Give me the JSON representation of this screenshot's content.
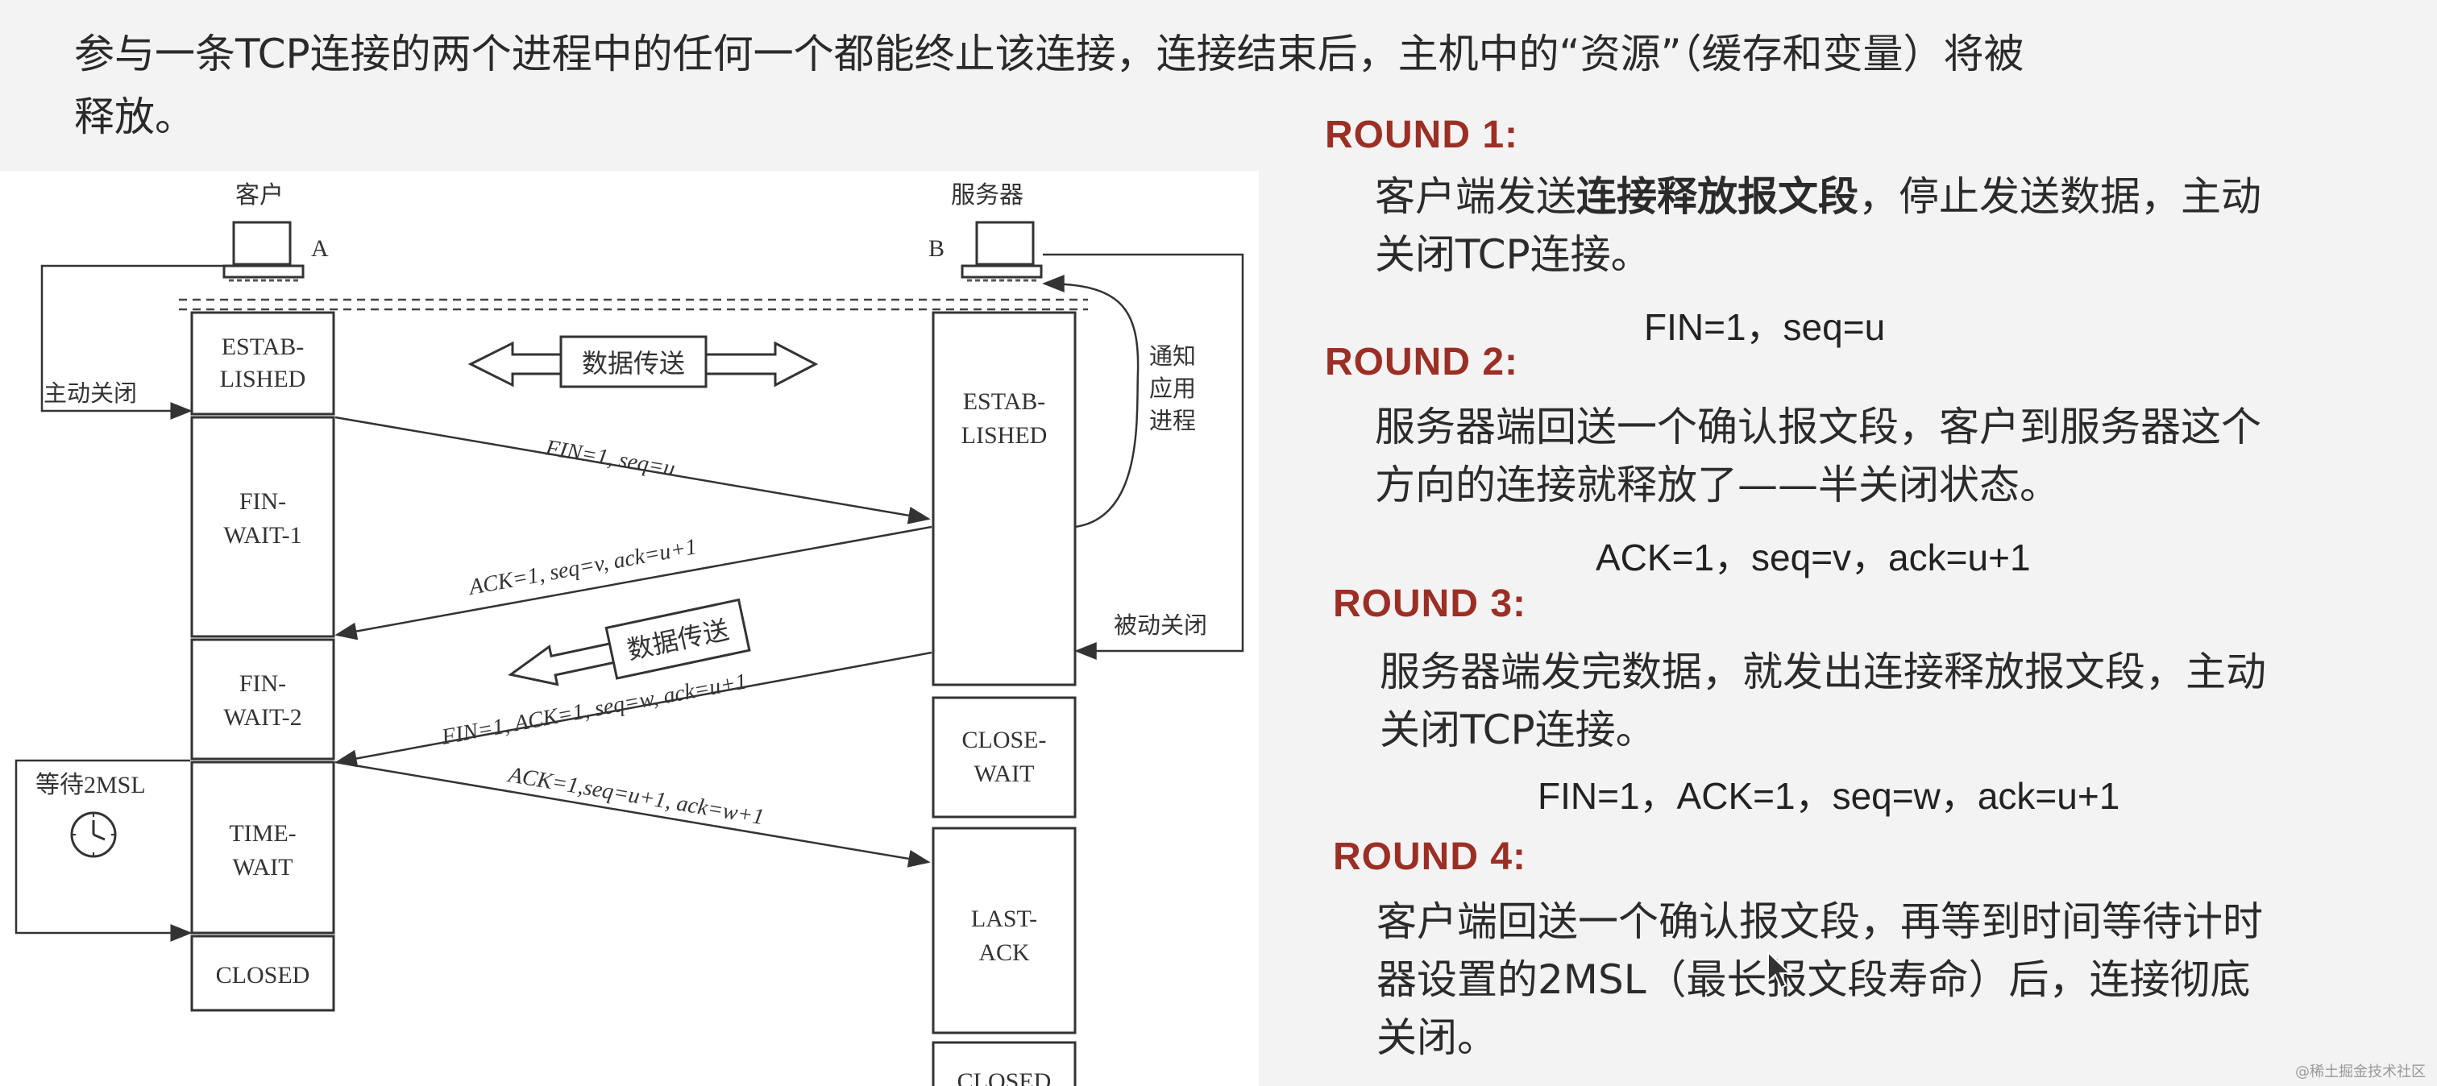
{
  "intro": {
    "line1": "参与一条TCP连接的两个进程中的任何一个都能终止该连接，连接结束后，主机中的“资源”（缓存和变量）将被",
    "line2": "释放。"
  },
  "diagram": {
    "client_label": "客户",
    "server_label": "服务器",
    "node_a": "A",
    "node_b": "B",
    "active_close": "主动关闭",
    "passive_close": "被动关闭",
    "notify_app": [
      "通知",
      "应用",
      "进程"
    ],
    "data_transfer_1": "数据传送",
    "data_transfer_2": "数据传送",
    "wait_2msl": "等待2MSL",
    "client_states": [
      [
        "ESTAB-",
        "LISHED"
      ],
      [
        "FIN-",
        "WAIT-1"
      ],
      [
        "FIN-",
        "WAIT-2"
      ],
      [
        "TIME-",
        "WAIT"
      ],
      [
        "CLOSED"
      ]
    ],
    "server_states": [
      [
        "ESTAB-",
        "LISHED"
      ],
      [
        "CLOSE-",
        "WAIT"
      ],
      [
        "LAST-",
        "ACK"
      ],
      [
        "CLOSED"
      ]
    ],
    "messages": {
      "m1": "FIN=1, seq=u",
      "m2": "ACK=1, seq=v, ack=u+1",
      "m3": "FIN=1, ACK=1, seq=w, ack=u+1",
      "m4": "ACK=1,seq=u+1, ack=w+1"
    }
  },
  "rounds": [
    {
      "title": "ROUND 1:",
      "line1_pre": "客户端发送",
      "line1_bold": "连接释放报文段",
      "line1_post": "，停止发送数据，主动",
      "line2": "关闭TCP连接。",
      "formula": "FIN=1，seq=u"
    },
    {
      "title": "ROUND 2:",
      "line1": "服务器端回送一个确认报文段，客户到服务器这个",
      "line2": "方向的连接就释放了——半关闭状态。",
      "formula": "ACK=1，seq=v，ack=u+1"
    },
    {
      "title": "ROUND 3:",
      "line1": "服务器端发完数据，就发出连接释放报文段，主动",
      "line2": "关闭TCP连接。",
      "formula": "FIN=1，ACK=1，seq=w，ack=u+1"
    },
    {
      "title": "ROUND 4:",
      "line1": "客户端回送一个确认报文段，再等到时间等待计时",
      "line2": "器设置的2MSL（最长报文段寿命）后，连接彻底",
      "line3": "关闭。"
    }
  ],
  "watermark": "@稀土掘金技术社区"
}
